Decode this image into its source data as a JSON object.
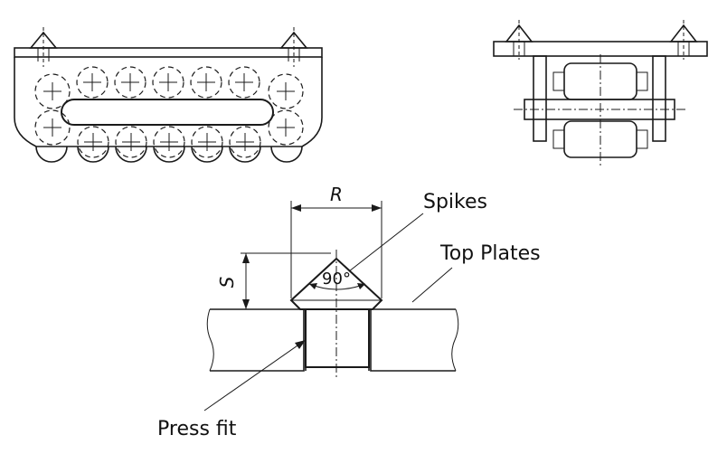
{
  "labels": {
    "spikes": "Spikes",
    "top_plates": "Top Plates",
    "press_fit": "Press fit",
    "dim_r": "R",
    "dim_s": "S",
    "angle": "90°"
  }
}
